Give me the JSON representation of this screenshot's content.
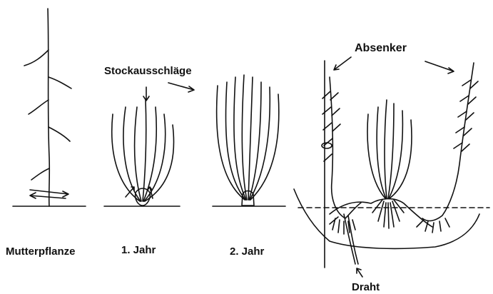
{
  "labels": {
    "absenker": "Absenker",
    "stockausschlaege": "Stockausschläge",
    "mutterpflanze": "Mutterpflanze",
    "jahr1": "1. Jahr",
    "jahr2": "2. Jahr",
    "draht": "Draht"
  },
  "colors": {
    "ink": "#111111",
    "background": "#ffffff"
  }
}
